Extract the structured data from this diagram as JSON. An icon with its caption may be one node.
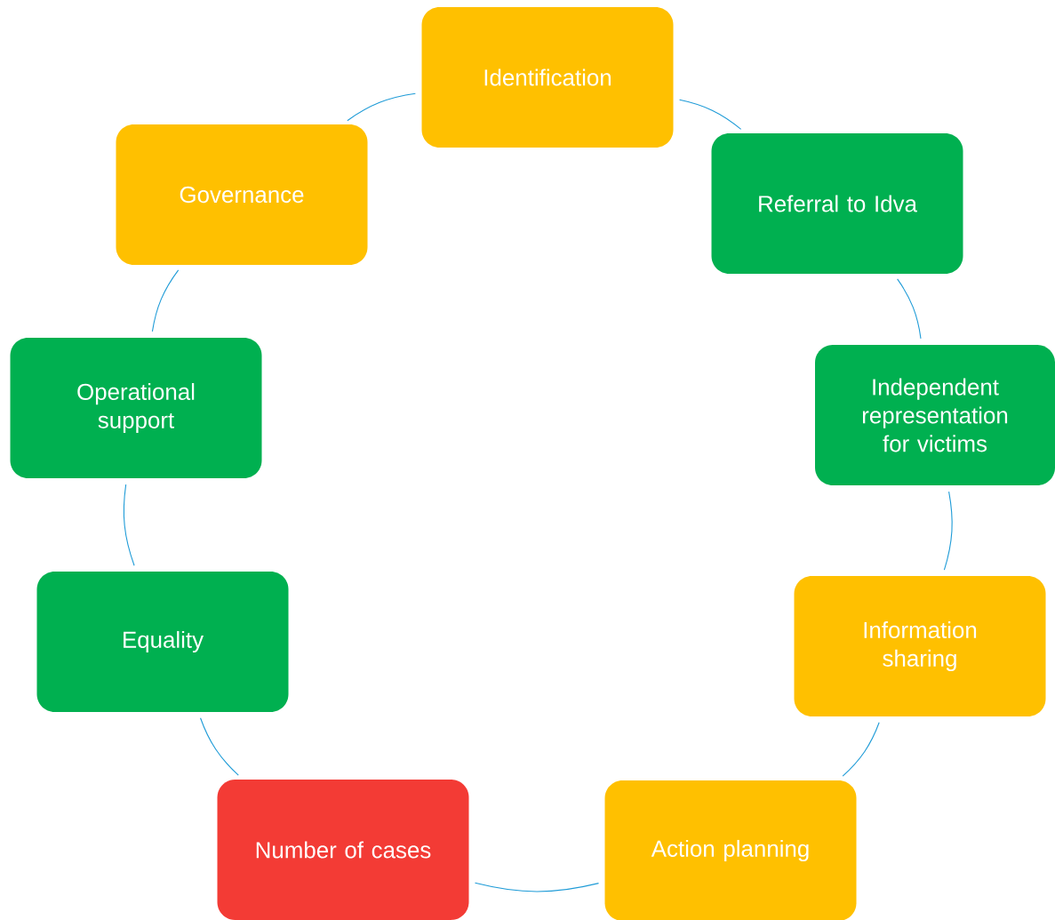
{
  "diagram": {
    "nodes": [
      {
        "text": [
          "Identification"
        ]
      },
      {
        "text": [
          "Referral to Idva"
        ]
      },
      {
        "text": [
          "Independent representation for victims"
        ]
      },
      {
        "text": [
          "Information sharing"
        ]
      },
      {
        "text": [
          "Action planning"
        ]
      },
      {
        "text": [
          "Number of cases"
        ]
      },
      {
        "text": [
          "Equality"
        ]
      },
      {
        "text": [
          "Operational support"
        ]
      },
      {
        "text": [
          "Governance"
        ]
      }
    ],
    "edges": [
      {
        "from": 0,
        "to": 1,
        "arrow": "none"
      },
      {
        "from": 1,
        "to": 2,
        "arrow": "none"
      },
      {
        "from": 2,
        "to": 3,
        "arrow": "none"
      },
      {
        "from": 3,
        "to": 4,
        "arrow": "none"
      },
      {
        "from": 4,
        "to": 5,
        "arrow": "none"
      },
      {
        "from": 5,
        "to": 6,
        "arrow": "none"
      },
      {
        "from": 6,
        "to": 7,
        "arrow": "none"
      },
      {
        "from": 7,
        "to": 8,
        "arrow": "none"
      },
      {
        "from": 8,
        "to": 0,
        "arrow": "none"
      }
    ]
  }
}
